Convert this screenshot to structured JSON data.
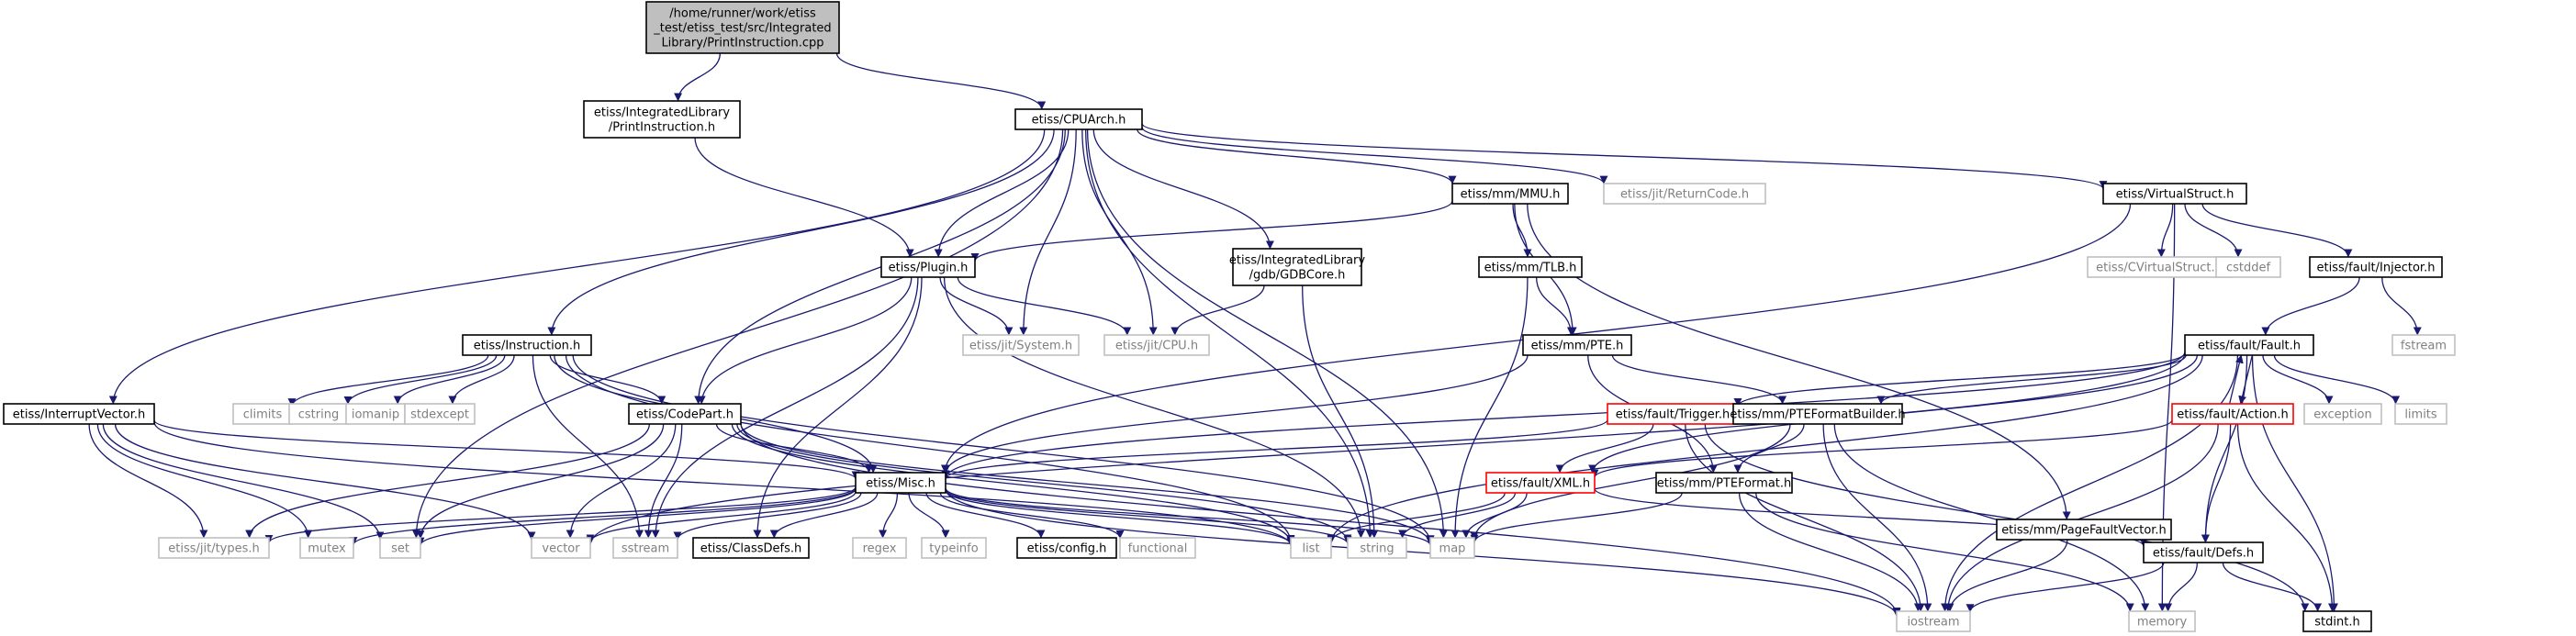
{
  "colors": {
    "edge": "#191970",
    "root_fill": "#bfbfbf",
    "border_normal": "#000000",
    "border_red": "#ff0000",
    "border_external": "#bfbfbf",
    "text_normal": "#000000",
    "text_external": "#808080"
  },
  "graph": {
    "nodes": [
      {
        "id": "root",
        "lines": [
          "/home/runner/work/etiss",
          "_test/etiss_test/src/Integrated",
          "Library/PrintInstruction.cpp"
        ],
        "style": "root"
      },
      {
        "id": "il_printinstr",
        "lines": [
          "etiss/IntegratedLibrary",
          "/PrintInstruction.h"
        ],
        "style": "normal"
      },
      {
        "id": "cpuarch",
        "lines": [
          "etiss/CPUArch.h"
        ],
        "style": "normal"
      },
      {
        "id": "plugin",
        "lines": [
          "etiss/Plugin.h"
        ],
        "style": "normal"
      },
      {
        "id": "mmu",
        "lines": [
          "etiss/mm/MMU.h"
        ],
        "style": "normal"
      },
      {
        "id": "returncode",
        "lines": [
          "etiss/jit/ReturnCode.h"
        ],
        "style": "external"
      },
      {
        "id": "virtualstruct",
        "lines": [
          "etiss/VirtualStruct.h"
        ],
        "style": "normal"
      },
      {
        "id": "instruction",
        "lines": [
          "etiss/Instruction.h"
        ],
        "style": "normal"
      },
      {
        "id": "gdbcore",
        "lines": [
          "etiss/IntegratedLibrary",
          "/gdb/GDBCore.h"
        ],
        "style": "normal"
      },
      {
        "id": "tlb",
        "lines": [
          "etiss/mm/TLB.h"
        ],
        "style": "normal"
      },
      {
        "id": "cvirtualstruct",
        "lines": [
          "etiss/CVirtualStruct.h"
        ],
        "style": "external"
      },
      {
        "id": "cstddef",
        "lines": [
          "cstddef"
        ],
        "style": "external"
      },
      {
        "id": "injector",
        "lines": [
          "etiss/fault/Injector.h"
        ],
        "style": "normal"
      },
      {
        "id": "jitsystem",
        "lines": [
          "etiss/jit/System.h"
        ],
        "style": "external"
      },
      {
        "id": "jitcpu",
        "lines": [
          "etiss/jit/CPU.h"
        ],
        "style": "external"
      },
      {
        "id": "pte",
        "lines": [
          "etiss/mm/PTE.h"
        ],
        "style": "normal"
      },
      {
        "id": "fstream",
        "lines": [
          "fstream"
        ],
        "style": "external"
      },
      {
        "id": "fault",
        "lines": [
          "etiss/fault/Fault.h"
        ],
        "style": "normal"
      },
      {
        "id": "interruptvector",
        "lines": [
          "etiss/InterruptVector.h"
        ],
        "style": "normal"
      },
      {
        "id": "climits",
        "lines": [
          "climits"
        ],
        "style": "external"
      },
      {
        "id": "cstring",
        "lines": [
          "cstring"
        ],
        "style": "external"
      },
      {
        "id": "iomanip",
        "lines": [
          "iomanip"
        ],
        "style": "external"
      },
      {
        "id": "stdexcept",
        "lines": [
          "stdexcept"
        ],
        "style": "external"
      },
      {
        "id": "codepart",
        "lines": [
          "etiss/CodePart.h"
        ],
        "style": "normal"
      },
      {
        "id": "trigger",
        "lines": [
          "etiss/fault/Trigger.h"
        ],
        "style": "red"
      },
      {
        "id": "pteformatbuilder",
        "lines": [
          "etiss/mm/PTEFormatBuilder.h"
        ],
        "style": "normal"
      },
      {
        "id": "action",
        "lines": [
          "etiss/fault/Action.h"
        ],
        "style": "red"
      },
      {
        "id": "exception",
        "lines": [
          "exception"
        ],
        "style": "external"
      },
      {
        "id": "limits",
        "lines": [
          "limits"
        ],
        "style": "external"
      },
      {
        "id": "misc",
        "lines": [
          "etiss/Misc.h"
        ],
        "style": "normal"
      },
      {
        "id": "xml",
        "lines": [
          "etiss/fault/XML.h"
        ],
        "style": "red"
      },
      {
        "id": "pteformat",
        "lines": [
          "etiss/mm/PTEFormat.h"
        ],
        "style": "normal"
      },
      {
        "id": "pagefaultvector",
        "lines": [
          "etiss/mm/PageFaultVector.h"
        ],
        "style": "normal"
      },
      {
        "id": "jittypes",
        "lines": [
          "etiss/jit/types.h"
        ],
        "style": "external"
      },
      {
        "id": "mutex",
        "lines": [
          "mutex"
        ],
        "style": "external"
      },
      {
        "id": "set",
        "lines": [
          "set"
        ],
        "style": "external"
      },
      {
        "id": "vector",
        "lines": [
          "vector"
        ],
        "style": "external"
      },
      {
        "id": "sstream",
        "lines": [
          "sstream"
        ],
        "style": "external"
      },
      {
        "id": "classdefs",
        "lines": [
          "etiss/ClassDefs.h"
        ],
        "style": "normal"
      },
      {
        "id": "regex",
        "lines": [
          "regex"
        ],
        "style": "external"
      },
      {
        "id": "typeinfo",
        "lines": [
          "typeinfo"
        ],
        "style": "external"
      },
      {
        "id": "config",
        "lines": [
          "etiss/config.h"
        ],
        "style": "normal"
      },
      {
        "id": "functional",
        "lines": [
          "functional"
        ],
        "style": "external"
      },
      {
        "id": "list",
        "lines": [
          "list"
        ],
        "style": "external"
      },
      {
        "id": "string",
        "lines": [
          "string"
        ],
        "style": "external"
      },
      {
        "id": "map",
        "lines": [
          "map"
        ],
        "style": "external"
      },
      {
        "id": "defs",
        "lines": [
          "etiss/fault/Defs.h"
        ],
        "style": "normal"
      },
      {
        "id": "iostream",
        "lines": [
          "iostream"
        ],
        "style": "external"
      },
      {
        "id": "memory",
        "lines": [
          "memory"
        ],
        "style": "external"
      },
      {
        "id": "stdint",
        "lines": [
          "stdint.h"
        ],
        "style": "normal"
      }
    ],
    "edges": [
      [
        "root",
        "il_printinstr"
      ],
      [
        "root",
        "cpuarch"
      ],
      [
        "il_printinstr",
        "plugin"
      ],
      [
        "cpuarch",
        "plugin"
      ],
      [
        "cpuarch",
        "mmu"
      ],
      [
        "cpuarch",
        "returncode"
      ],
      [
        "cpuarch",
        "virtualstruct"
      ],
      [
        "cpuarch",
        "instruction"
      ],
      [
        "cpuarch",
        "gdbcore"
      ],
      [
        "cpuarch",
        "jitsystem"
      ],
      [
        "cpuarch",
        "jitcpu"
      ],
      [
        "cpuarch",
        "interruptvector"
      ],
      [
        "cpuarch",
        "codepart"
      ],
      [
        "cpuarch",
        "set"
      ],
      [
        "cpuarch",
        "string"
      ],
      [
        "cpuarch",
        "map"
      ],
      [
        "mmu",
        "plugin"
      ],
      [
        "mmu",
        "tlb"
      ],
      [
        "mmu",
        "pte"
      ],
      [
        "mmu",
        "pagefaultvector"
      ],
      [
        "virtualstruct",
        "cvirtualstruct"
      ],
      [
        "virtualstruct",
        "cstddef"
      ],
      [
        "virtualstruct",
        "injector"
      ],
      [
        "virtualstruct",
        "misc"
      ],
      [
        "virtualstruct",
        "memory"
      ],
      [
        "injector",
        "fault"
      ],
      [
        "injector",
        "fstream"
      ],
      [
        "plugin",
        "jitsystem"
      ],
      [
        "plugin",
        "jitcpu"
      ],
      [
        "plugin",
        "codepart"
      ],
      [
        "plugin",
        "classdefs"
      ],
      [
        "plugin",
        "sstream"
      ],
      [
        "plugin",
        "string"
      ],
      [
        "gdbcore",
        "jitcpu"
      ],
      [
        "gdbcore",
        "string"
      ],
      [
        "tlb",
        "pte"
      ],
      [
        "tlb",
        "map"
      ],
      [
        "pte",
        "pteformatbuilder"
      ],
      [
        "pte",
        "pteformat"
      ],
      [
        "pte",
        "misc"
      ],
      [
        "instruction",
        "climits"
      ],
      [
        "instruction",
        "cstring"
      ],
      [
        "instruction",
        "iomanip"
      ],
      [
        "instruction",
        "stdexcept"
      ],
      [
        "instruction",
        "codepart"
      ],
      [
        "instruction",
        "misc"
      ],
      [
        "instruction",
        "sstream"
      ],
      [
        "instruction",
        "map"
      ],
      [
        "instruction",
        "list"
      ],
      [
        "interruptvector",
        "jittypes"
      ],
      [
        "interruptvector",
        "mutex"
      ],
      [
        "interruptvector",
        "set"
      ],
      [
        "interruptvector",
        "vector"
      ],
      [
        "interruptvector",
        "misc"
      ],
      [
        "interruptvector",
        "list"
      ],
      [
        "codepart",
        "misc"
      ],
      [
        "codepart",
        "jittypes"
      ],
      [
        "codepart",
        "set"
      ],
      [
        "codepart",
        "vector"
      ],
      [
        "codepart",
        "sstream"
      ],
      [
        "codepart",
        "iostream"
      ],
      [
        "codepart",
        "list"
      ],
      [
        "codepart",
        "string"
      ],
      [
        "codepart",
        "map"
      ],
      [
        "fault",
        "trigger"
      ],
      [
        "fault",
        "pteformatbuilder"
      ],
      [
        "fault",
        "action"
      ],
      [
        "fault",
        "xml"
      ],
      [
        "fault",
        "defs"
      ],
      [
        "fault",
        "exception"
      ],
      [
        "fault",
        "limits"
      ],
      [
        "fault",
        "iostream"
      ],
      [
        "fault",
        "stdint"
      ],
      [
        "fault",
        "vector"
      ],
      [
        "fault",
        "list"
      ],
      [
        "fault",
        "misc"
      ],
      [
        "action",
        "fault"
      ],
      [
        "action",
        "xml"
      ],
      [
        "action",
        "defs"
      ],
      [
        "action",
        "iostream"
      ],
      [
        "action",
        "stdint"
      ],
      [
        "trigger",
        "xml"
      ],
      [
        "trigger",
        "misc"
      ],
      [
        "trigger",
        "iostream"
      ],
      [
        "trigger",
        "stdint"
      ],
      [
        "pteformatbuilder",
        "pteformat"
      ],
      [
        "pteformatbuilder",
        "iostream"
      ],
      [
        "pteformatbuilder",
        "memory"
      ],
      [
        "pteformatbuilder",
        "map"
      ],
      [
        "xml",
        "defs"
      ],
      [
        "xml",
        "string"
      ],
      [
        "xml",
        "map"
      ],
      [
        "xml",
        "list"
      ],
      [
        "pteformat",
        "map"
      ],
      [
        "pteformat",
        "iostream"
      ],
      [
        "pteformat",
        "memory"
      ],
      [
        "pagefaultvector",
        "iostream"
      ],
      [
        "defs",
        "iostream"
      ],
      [
        "defs",
        "memory"
      ],
      [
        "defs",
        "stdint"
      ],
      [
        "misc",
        "jittypes"
      ],
      [
        "misc",
        "mutex"
      ],
      [
        "misc",
        "set"
      ],
      [
        "misc",
        "vector"
      ],
      [
        "misc",
        "sstream"
      ],
      [
        "misc",
        "classdefs"
      ],
      [
        "misc",
        "regex"
      ],
      [
        "misc",
        "typeinfo"
      ],
      [
        "misc",
        "config"
      ],
      [
        "misc",
        "functional"
      ],
      [
        "misc",
        "list"
      ],
      [
        "misc",
        "string"
      ],
      [
        "misc",
        "map"
      ],
      [
        "misc",
        "iostream"
      ]
    ]
  }
}
